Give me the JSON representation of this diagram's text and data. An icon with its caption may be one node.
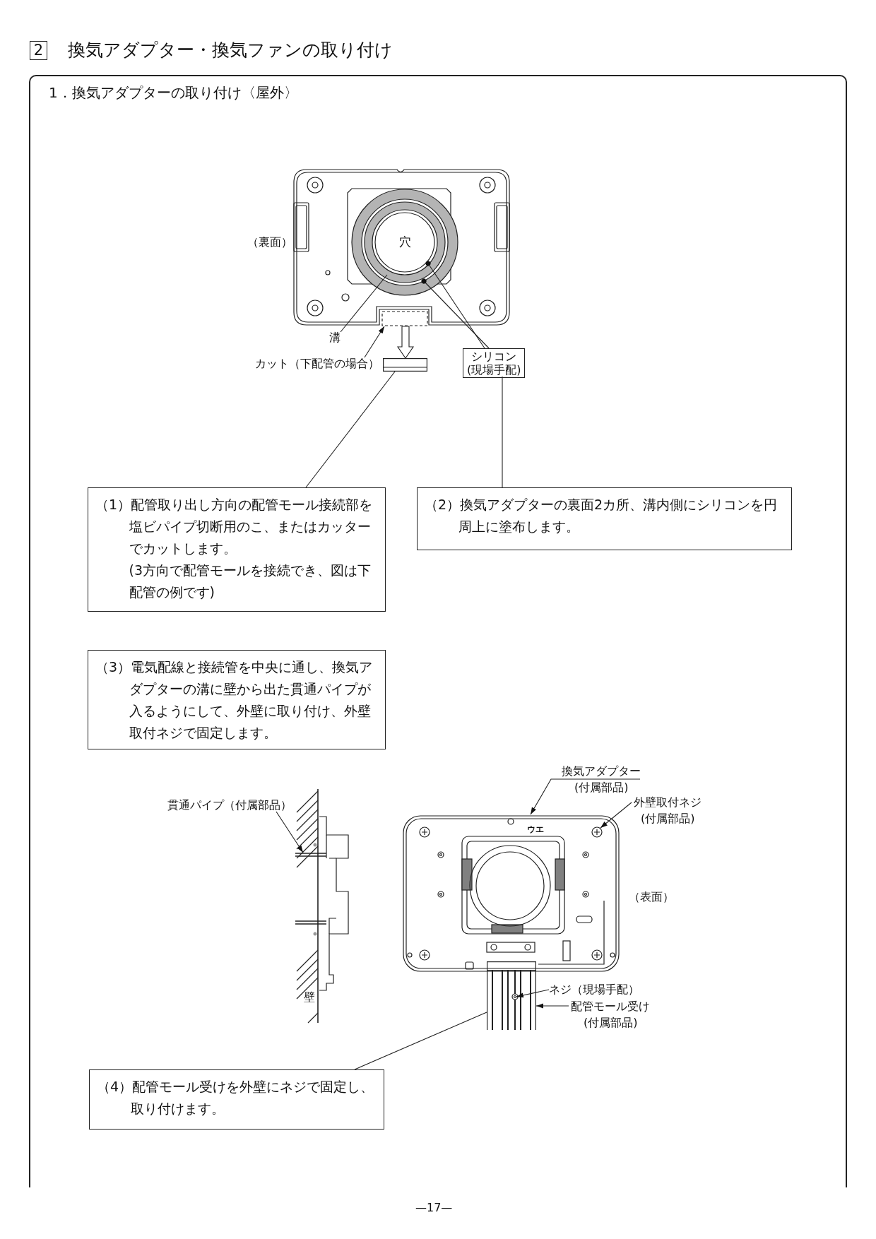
{
  "diagram": {
    "title": "換気アダプター・換気ファンの取り付け",
    "nodes": [
      {
        "text": [
          "2"
        ]
      },
      {
        "text": [
          "1．換気アダプターの取り付け〈屋外〉"
        ]
      },
      {
        "text": [
          "穴"
        ],
        "beside": [
          "（裏面）"
        ],
        "in": 1
      },
      {
        "text": [
          "溝"
        ],
        "in": 1
      },
      {
        "text": [
          "カット（下配管の場合）"
        ],
        "in": 1
      },
      {
        "text": [],
        "shape": "box",
        "in": 1
      },
      {
        "text": [
          "シリコン(現場手配)"
        ],
        "in": 1
      },
      {
        "text": [
          "（1）配管取り出し方向の配管モール接続部を塩ビパイプ切断用のこ、またはカッターでカットします。",
          "(3方向で配管モールを接続でき、図は下配管の例です)"
        ],
        "in": 1
      },
      {
        "text": [
          "（2）換気アダプターの裏面2カ所、溝内側にシリコンを円周上に塗布します。"
        ],
        "in": 1
      },
      {
        "text": [
          "（3）電気配線と接続管を中央に通し、換気アダプターの溝に壁から出た貫通パイプが入るようにして、外壁に取り付け、外壁取付ネジで固定します。"
        ],
        "in": 1
      },
      {
        "text": [
          "壁"
        ],
        "in": 1
      },
      {
        "text": [
          "貫通パイプ（付属部品）"
        ],
        "in": 1
      },
      {
        "text": [
          "換気アダプター(付属部品)"
        ],
        "in": 1
      },
      {
        "text": [
          "外壁取付ネジ(付属部品)"
        ],
        "in": 1
      },
      {
        "text": [
          "ウエ"
        ],
        "beside": [
          "（表面）"
        ],
        "in": 1
      },
      {
        "text": [],
        "shape": "picture",
        "in": 1
      },
      {
        "text": [
          "ネジ（現場手配）"
        ],
        "in": 1
      },
      {
        "text": [
          "配管モール受け(付属部品)"
        ],
        "in": 1
      },
      {
        "text": [
          "（4）配管モール受けを外壁にネジで固定し、取り付けます。"
        ],
        "in": 1
      }
    ],
    "edges": [
      {
        "from": 3,
        "to": 2,
        "arrow": "none"
      },
      {
        "from": 4,
        "to": 2,
        "arrow": "to"
      },
      {
        "from": 6,
        "to": 2,
        "arrow": "other"
      },
      {
        "from": 6,
        "to": 2,
        "arrow": "other"
      },
      {
        "from": 5,
        "to": 7,
        "arrow": "none"
      },
      {
        "from": 6,
        "to": 8,
        "arrow": "none"
      },
      {
        "from": 11,
        "to": 10,
        "arrow": "to"
      },
      {
        "from": 12,
        "to": 14,
        "arrow": "to"
      },
      {
        "from": 13,
        "to": 14,
        "arrow": "to"
      },
      {
        "from": 16,
        "to": 15,
        "arrow": "to"
      },
      {
        "from": 17,
        "to": 15,
        "arrow": "to"
      },
      {
        "from": 15,
        "to": 18,
        "arrow": "none"
      },
      {
        "from": 2,
        "to": 5,
        "arrow": "to"
      }
    ],
    "labels": [
      "—17—"
    ]
  }
}
